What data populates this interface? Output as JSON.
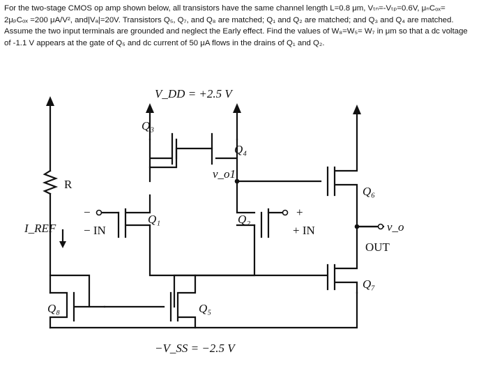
{
  "problem": {
    "lines": [
      "For the two-stage CMOS op amp shown below, all transistors have the same channel length L=0.8 μm, Vₜₙ=-Vₜₚ=0.6V, μₙCₒₓ=",
      "2μₚCₒₓ =200 μA/V², and|Vₐ|=20V. Transistors Q₅, Q₇, and Q₈ are matched; Q₁ and Q₂ are matched; and Q₃ and Q₄ are matched.",
      "Assume the two input terminals are grounded and neglect the Early effect. Find the values of W₈=W₅= W₇ in μm so that a dc voltage",
      "of -1.1 V appears at the gate of Q₅ and dc current of 50 μA flows in the drains of Q₁ and Q₂."
    ]
  },
  "circuit": {
    "vdd": "V_DD = +2.5 V",
    "vss": "−V_SS = −2.5 V",
    "q1": "Q₁",
    "q2": "Q₂",
    "q3": "Q₃",
    "q4": "Q₄",
    "q5": "Q₅",
    "q6": "Q₆",
    "q7": "Q₇",
    "q8": "Q₈",
    "r": "R",
    "iref": "I_REF",
    "vo1": "v_o1",
    "minus_sign": "−",
    "minus_in": "− IN",
    "plus_sign": "+",
    "plus_in": "+ IN",
    "vo": "v_o",
    "out": "OUT"
  }
}
